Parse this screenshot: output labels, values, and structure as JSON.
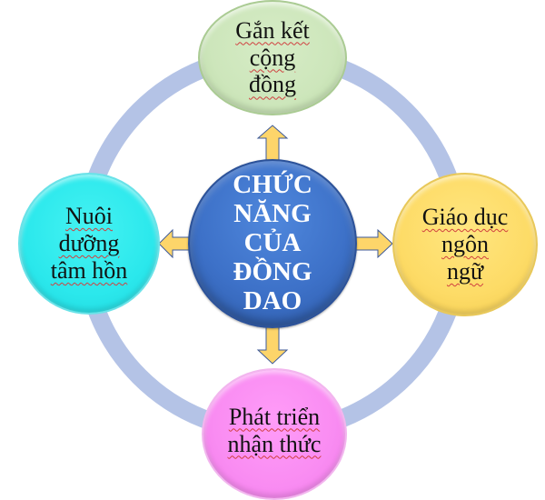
{
  "diagram": {
    "center": {
      "lines": [
        "CHỨC",
        "NĂNG",
        "CỦA",
        "ĐỒNG",
        "DAO"
      ],
      "color": "#3d71c8"
    },
    "nodes": {
      "top": {
        "lines": [
          "Gắn kết",
          "cộng",
          "đồng"
        ],
        "color": "#cde6bb"
      },
      "right": {
        "lines": [
          "Giáo dục",
          "ngôn",
          "ngữ"
        ],
        "color": "#fddb66"
      },
      "bottom": {
        "lines": [
          "Phát triển",
          "nhận thức"
        ],
        "color": "#f98cf2"
      },
      "left": {
        "lines": [
          "Nuôi",
          "dưỡng",
          "tâm hồn"
        ],
        "color": "#2be8ec"
      }
    },
    "ring_color": "#b4c3e6",
    "arrow_color": "#fdd56a",
    "arrow_outline": "#3d5a9a"
  }
}
